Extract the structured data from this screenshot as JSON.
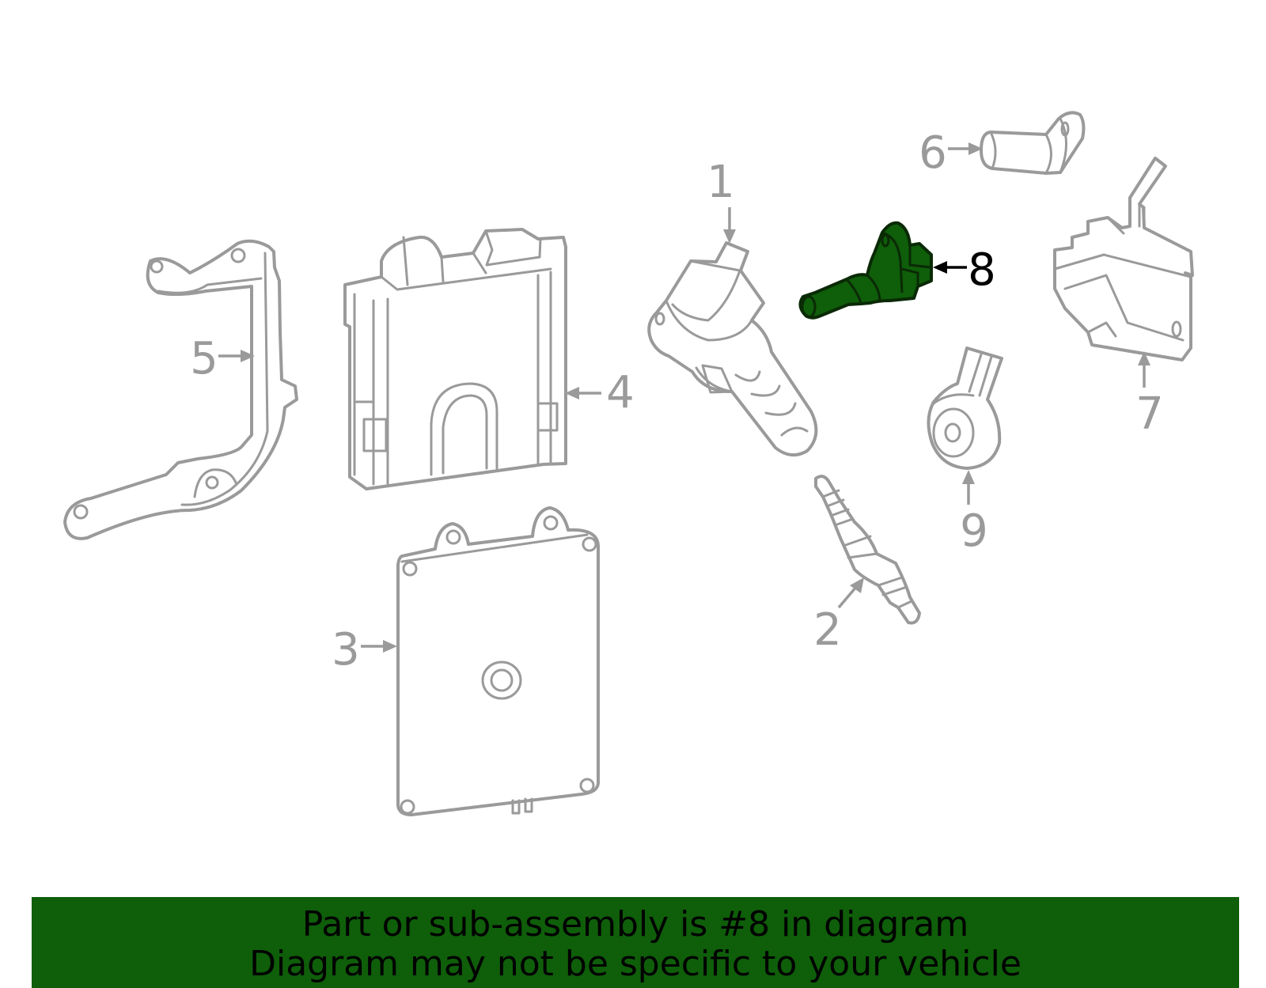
{
  "highlighted_part": "8",
  "colors": {
    "highlight_fill": "#0f5e0a",
    "banner_background": "#0f5e0a",
    "part_outline": "#9a9a9a",
    "active_callout": "#000000"
  },
  "callouts": [
    {
      "number": "1",
      "part": "ignition-coil"
    },
    {
      "number": "2",
      "part": "spark-plug"
    },
    {
      "number": "3",
      "part": "engine-control-module"
    },
    {
      "number": "4",
      "part": "module-housing"
    },
    {
      "number": "5",
      "part": "mounting-bracket"
    },
    {
      "number": "6",
      "part": "crankshaft-sensor"
    },
    {
      "number": "7",
      "part": "bracket-cover"
    },
    {
      "number": "8",
      "part": "camshaft-position-sensor"
    },
    {
      "number": "9",
      "part": "knock-sensor"
    }
  ],
  "banner": {
    "line1": "Part or sub-assembly is #8 in diagram",
    "line2": "Diagram may not be specific to your vehicle"
  }
}
